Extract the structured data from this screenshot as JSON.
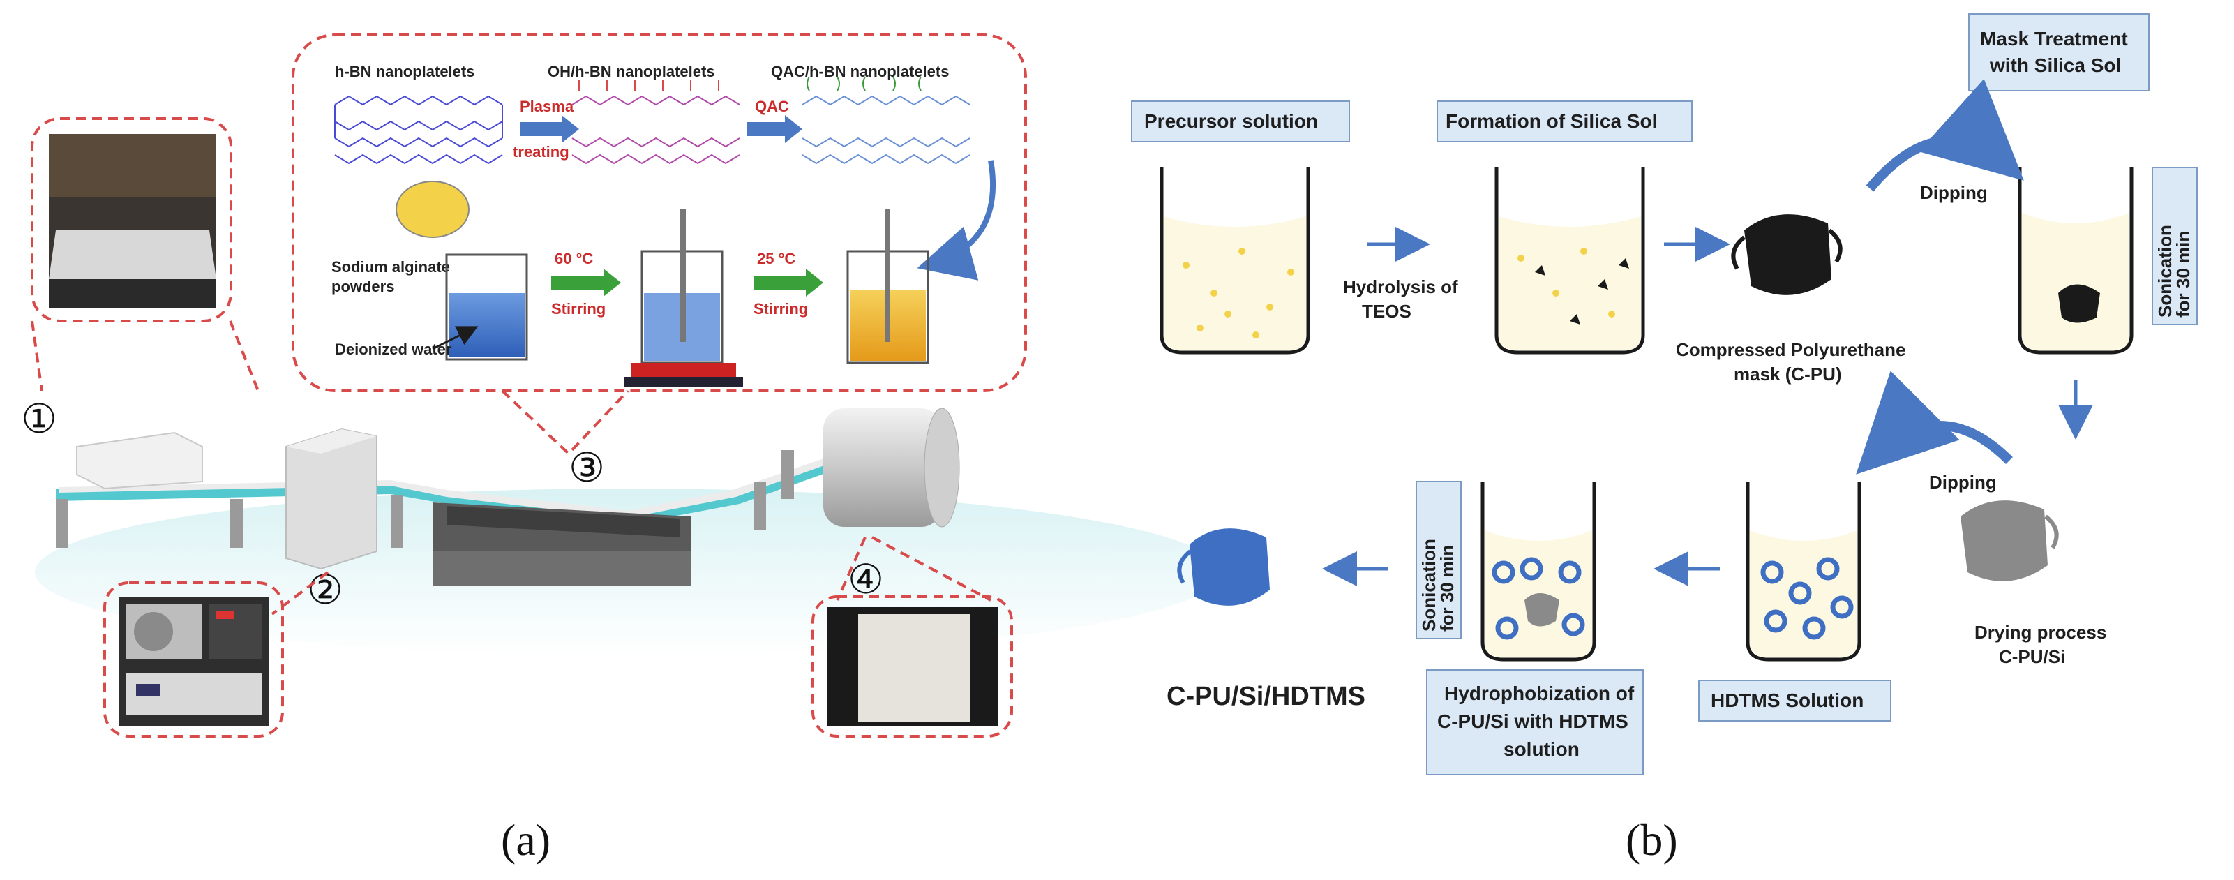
{
  "panel_a": {
    "caption": "(a)",
    "top_labels": [
      "h-BN nanoplatelets",
      "OH/h-BN nanoplatelets",
      "QAC/h-BN nanoplatelets"
    ],
    "step_plasma_1": "Plasma",
    "step_plasma_2": "treating",
    "step_qac": "QAC",
    "sodium_1": "Sodium alginate",
    "sodium_2": "powders",
    "water": "Deionized water",
    "temp_1": "60 °C",
    "stir_1": "Stirring",
    "temp_2": "25 °C",
    "stir_2": "Stirring",
    "n1": "①",
    "n2": "②",
    "n3": "③",
    "n4": "④"
  },
  "panel_b": {
    "caption": "(b)",
    "precursor": "Precursor solution",
    "formation": "Formation of Silica Sol",
    "mask_treat_1": "Mask Treatment",
    "mask_treat_2": "with Silica Sol",
    "sonication": "Sonication for 30 min",
    "sonic_1": "Sonication",
    "sonic_2": "for 30 min",
    "hydrolysis_1": "Hydrolysis of",
    "hydrolysis_2": "TEOS",
    "compressed_1": "Compressed Polyurethane",
    "compressed_2": "mask (C-PU)",
    "dipping_1": "Dipping",
    "dipping_2": "Dipping",
    "drying_1": "Drying process",
    "drying_2": "C-PU/Si",
    "hdtms": "HDTMS Solution",
    "hydroph_1": "Hydrophobization of",
    "hydroph_2": "C-PU/Si with HDTMS",
    "hydroph_3": "solution",
    "final": "C-PU/Si/HDTMS"
  },
  "colors": {
    "dashed_red": "#d94a4a",
    "belt_cyan": "#54c8cf",
    "arrow_blue": "#4a78c2",
    "box_fill": "#dbe8f6",
    "mask_black": "#1a1a1a",
    "mask_gray": "#8a8a8a",
    "mask_blue": "#3f6fc2",
    "particle_yellow": "#f3d24a"
  }
}
